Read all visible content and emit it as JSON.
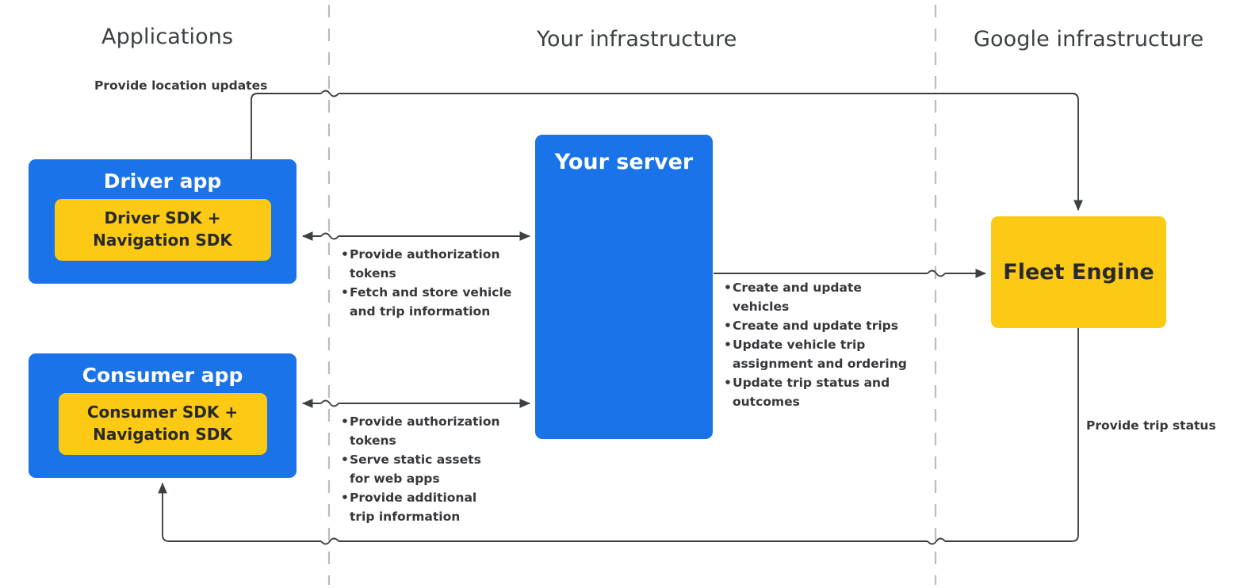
{
  "columns": [
    {
      "id": "applications",
      "label": "Applications"
    },
    {
      "id": "your_infrastructure",
      "label": "Your infrastructure"
    },
    {
      "id": "google_infrastructure",
      "label": "Google infrastructure"
    }
  ],
  "nodes": {
    "driver_app": {
      "title": "Driver app",
      "sdk": "Driver SDK +\nNavigation SDK",
      "sdk_line1": "Driver SDK +",
      "sdk_line2": "Navigation SDK",
      "color": "#1a73e8",
      "sdk_color": "#fcc914"
    },
    "consumer_app": {
      "title": "Consumer app",
      "sdk": "Consumer SDK +\nNavigation SDK",
      "sdk_line1": "Consumer SDK +",
      "sdk_line2": "Navigation SDK",
      "color": "#1a73e8",
      "sdk_color": "#fcc914"
    },
    "your_server": {
      "title": "Your server",
      "color": "#1a73e8"
    },
    "fleet_engine": {
      "title": "Fleet Engine",
      "color": "#fcc914"
    }
  },
  "edges": {
    "location_updates": {
      "label": "Provide location updates",
      "from": "fleet_engine",
      "to": "driver_app",
      "direction": "one-way"
    },
    "trip_status": {
      "label": "Provide trip status",
      "from": "fleet_engine",
      "to": "consumer_app",
      "direction": "one-way"
    },
    "driver_server": {
      "direction": "two-way",
      "items": [
        "Provide authorization tokens",
        "Fetch and store vehicle and trip information"
      ],
      "lines": [
        [
          "Provide authorization",
          "tokens"
        ],
        [
          "Fetch and store vehicle",
          "and trip information"
        ]
      ]
    },
    "consumer_server": {
      "direction": "two-way",
      "items": [
        "Provide authorization tokens",
        "Serve static assets for web apps",
        "Provide additional trip information"
      ],
      "lines": [
        [
          "Provide authorization",
          "tokens"
        ],
        [
          "Serve static assets",
          "for web apps"
        ],
        [
          "Provide additional",
          "trip information"
        ]
      ]
    },
    "server_fleet": {
      "direction": "one-way",
      "items": [
        "Create and update vehicles",
        "Create and update trips",
        "Update vehicle trip assignment and ordering",
        "Update trip status and outcomes"
      ],
      "lines": [
        [
          "Create and update vehicles"
        ],
        [
          "Create and update trips"
        ],
        [
          "Update vehicle trip",
          "assignment and ordering"
        ],
        [
          "Update trip status and",
          "outcomes"
        ]
      ]
    }
  },
  "colors": {
    "blue": "#1a73e8",
    "yellow": "#fcc914",
    "text_dark": "#35373b",
    "header_text": "#3c4043",
    "wire": "#3c4043",
    "divider": "#b9bcc4"
  }
}
